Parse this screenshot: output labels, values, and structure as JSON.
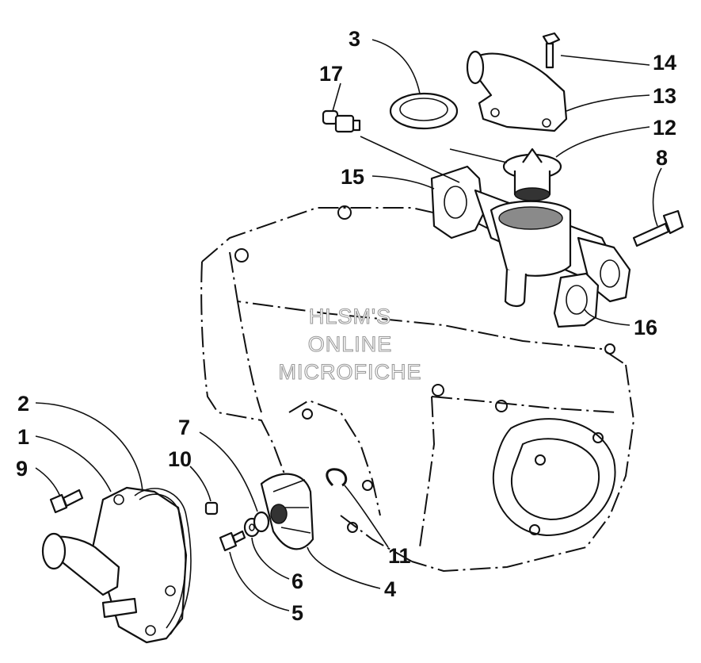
{
  "diagram": {
    "watermark": [
      "HLSM'S",
      "ONLINE",
      "MICROFICHE"
    ],
    "callouts": [
      {
        "id": "c1",
        "label": "1"
      },
      {
        "id": "c2",
        "label": "2"
      },
      {
        "id": "c3",
        "label": "3"
      },
      {
        "id": "c4",
        "label": "4"
      },
      {
        "id": "c5",
        "label": "5"
      },
      {
        "id": "c6",
        "label": "6"
      },
      {
        "id": "c7",
        "label": "7"
      },
      {
        "id": "c8",
        "label": "8"
      },
      {
        "id": "c9",
        "label": "9"
      },
      {
        "id": "c10",
        "label": "10"
      },
      {
        "id": "c11",
        "label": "11"
      },
      {
        "id": "c12",
        "label": "12"
      },
      {
        "id": "c13",
        "label": "13"
      },
      {
        "id": "c14",
        "label": "14"
      },
      {
        "id": "c15",
        "label": "15"
      },
      {
        "id": "c16",
        "label": "16"
      },
      {
        "id": "c17",
        "label": "17"
      }
    ]
  }
}
